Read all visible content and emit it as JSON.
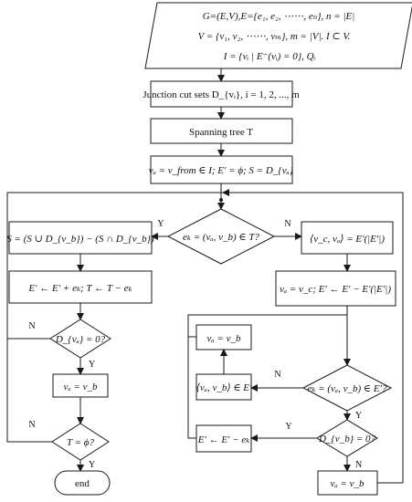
{
  "input_block": {
    "line1": "G=(E,V),E={e₁, e₂, ⋯⋯, eₙ}, n = |E|",
    "line2": "V = {v₁, v₂, ⋯⋯, vₘ}, m = |V|. I ⊂ V.",
    "line3": "I = {vᵢ | E⁻(vᵢ) = 0}, Qᵢ"
  },
  "steps": {
    "junction_cut_sets": "Junction cut sets D_{vᵢ}, i = 1, 2, ..., m",
    "spanning_tree": "Spanning tree T",
    "init": "vₐ = v_from ∈ I; E′ = ϕ; S = D_{vₐ}",
    "decision_main": "eₖ = (vₐ, v_b) ∈ T?",
    "update_s": "S = (S ∪ D_{v_b}) − (S ∩ D_{v_b})",
    "update_e_t": "E′ ← E′ + eₖ; T ← T − eₖ",
    "decision_dva": "D_{vₐ} = 0?",
    "assign_va_vb_left": "vₐ = v_b",
    "decision_t_empty": "T = ϕ?",
    "end": "end",
    "select_edge": "⟨v_c, vₐ⟩ = E′(|E′|)",
    "backtrack": "vₐ = v_c; E′ ← E′ − E′(|E′|)",
    "assign_va_vb_mid": "vₐ = v_b",
    "in_e_prime_box": "⟨vₐ, v_b⟩ ∈ E′",
    "decision_in_e_prime": "eₖ = (vₐ, v_b) ∈ E′?",
    "remove_ek": "E′ ← E′ − eₖ",
    "decision_dvb": "D_{v_b} = 0?",
    "assign_va_vb_right": "vₐ = v_b"
  },
  "labels": {
    "yes": "Y",
    "no": "N"
  }
}
